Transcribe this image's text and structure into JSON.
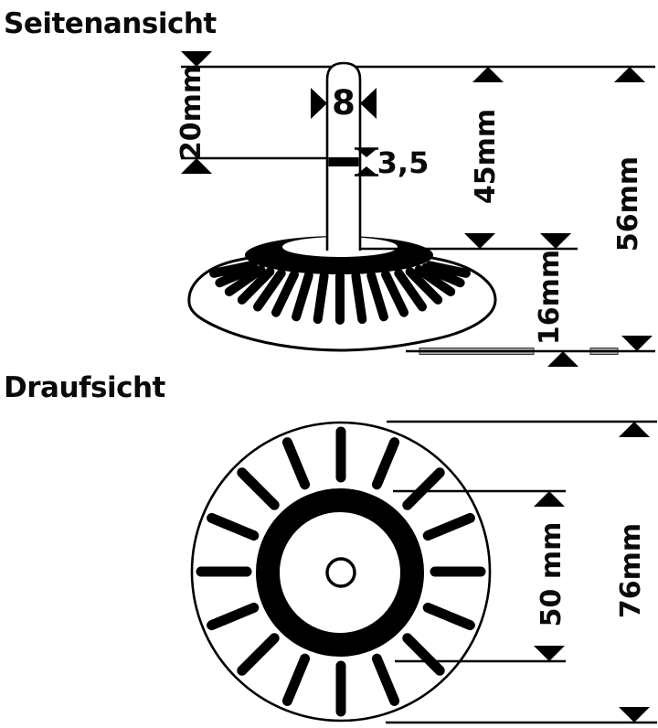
{
  "side_view": {
    "title": "Seitenansicht",
    "dimensions": {
      "stem_upper_length": "20mm",
      "stem_diameter": "8",
      "groove_width": "3,5",
      "stem_to_flange_height": "45mm",
      "total_height": "56mm",
      "base_height": "16mm"
    }
  },
  "top_view": {
    "title": "Draufsicht",
    "dimensions": {
      "flange_ring_diameter": "50 mm",
      "outer_diameter": "76mm"
    }
  },
  "colors": {
    "line": "#000000",
    "background": "#ffffff",
    "ground_bar": "#a8a8a8"
  }
}
